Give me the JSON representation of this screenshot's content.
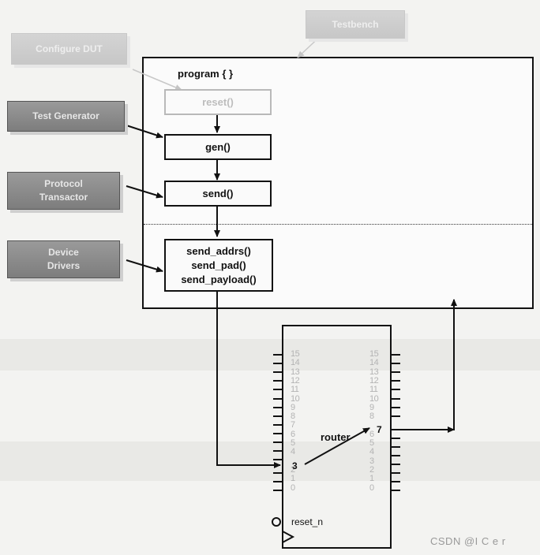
{
  "labels": {
    "testbench": "Testbench",
    "configure_dut": "Configure DUT",
    "test_generator": "Test Generator",
    "protocol_transactor_line1": "Protocol",
    "protocol_transactor_line2": "Transactor",
    "device_drivers_line1": "Device",
    "device_drivers_line2": "Drivers"
  },
  "program": {
    "title": "program { }",
    "reset": "reset()",
    "gen": "gen()",
    "send": "send()",
    "send_addrs": "send_addrs()",
    "send_pad": "send_pad()",
    "send_payload": "send_payload()"
  },
  "router": {
    "name": "router",
    "reset_label": "reset_n",
    "input_pin": "3",
    "output_pin": "7",
    "pin_numbers": [
      "15",
      "14",
      "13",
      "12",
      "11",
      "10",
      "9",
      "8",
      "7",
      "6",
      "5",
      "4",
      "3",
      "2",
      "1",
      "0"
    ]
  },
  "watermark": "CSDN @I C e r",
  "colors": {
    "label_fill": "#8a8a8a",
    "faded_fill": "#cdcdcd",
    "line": "#111111"
  }
}
